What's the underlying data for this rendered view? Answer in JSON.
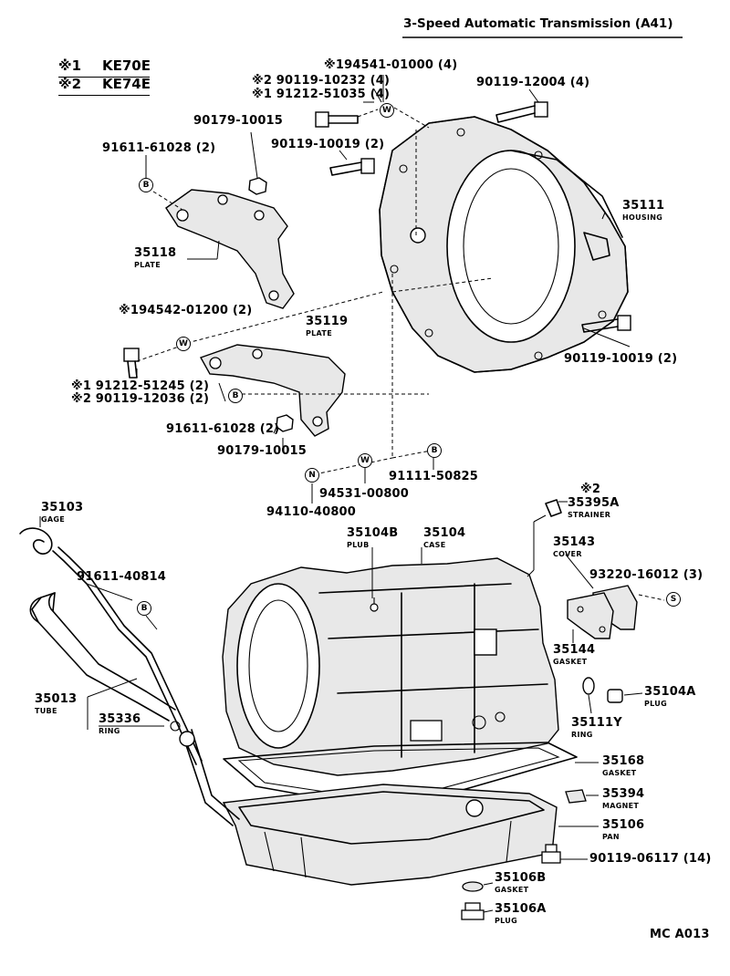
{
  "header": {
    "title": "3-Speed Automatic Transmission (A41)"
  },
  "legend": {
    "items": [
      {
        "mark": "※1",
        "model": "KE70E"
      },
      {
        "mark": "※2",
        "model": "KE74E"
      }
    ]
  },
  "callouts": {
    "p194541": "※194541-01000 (4)",
    "p2_90119_10232": "※2 90119-10232 (4)",
    "p1_91212_51035": "※1 91212-51035 (4)",
    "p90119_12004": "90119-12004 (4)",
    "p90179_10015_top": "90179-10015",
    "p91611_61028_top": "91611-61028 (2)",
    "p90119_10019_top": "90119-10019 (2)",
    "p35111": "35111",
    "p35111_cap": "HOUSING",
    "p35118": "35118",
    "p35118_cap": "PLATE",
    "p194542": "※194542-01200 (2)",
    "p35119": "35119",
    "p35119_cap": "PLATE",
    "p90119_10019_right": "90119-10019 (2)",
    "p1_91212_51245": "※1 91212-51245 (2)",
    "p2_90119_12036": "※2 90119-12036 (2)",
    "p91611_61028_mid": "91611-61028 (2)",
    "p90179_10015_mid": "90179-10015",
    "p91111_50825": "91111-50825",
    "p94531_00800": "94531-00800",
    "p94110_40800": "94110-40800",
    "p35103": "35103",
    "p35103_cap": "GAGE",
    "p35104B": "35104B",
    "p35104B_cap": "PLUB",
    "p35104": "35104",
    "p35104_cap": "CASE",
    "p_mark2": "※2",
    "p35395A": "35395A",
    "p35395A_cap": "STRAINER",
    "p35143": "35143",
    "p35143_cap": "COVER",
    "p93220": "93220-16012 (3)",
    "p91611_40814": "91611-40814",
    "p35144": "35144",
    "p35144_cap": "GASKET",
    "p35013": "35013",
    "p35013_cap": "TUBE",
    "p35336": "35336",
    "p35336_cap": "RING",
    "p35104A": "35104A",
    "p35104A_cap": "PLUG",
    "p35111Y": "35111Y",
    "p35111Y_cap": "RING",
    "p35168": "35168",
    "p35168_cap": "GASKET",
    "p35394": "35394",
    "p35394_cap": "MAGNET",
    "p35106": "35106",
    "p35106_cap": "PAN",
    "p90119_06117": "90119-06117 (14)",
    "p35106B": "35106B",
    "p35106B_cap": "GASKET",
    "p35106A": "35106A",
    "p35106A_cap": "PLUG"
  },
  "symbols": {
    "b": "B",
    "w": "W",
    "n": "N",
    "s": "S"
  },
  "footer": {
    "code": "MC A013"
  }
}
